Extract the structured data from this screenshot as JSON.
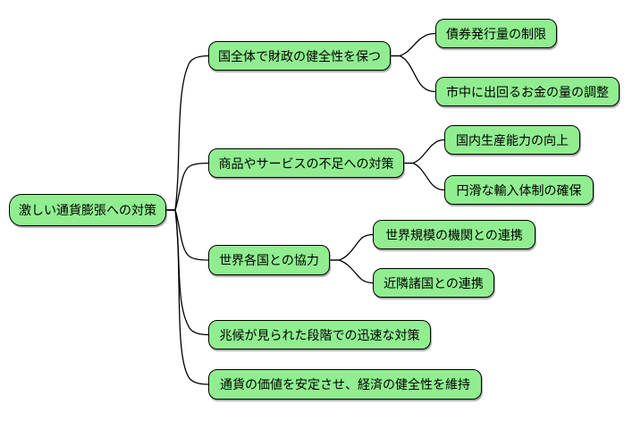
{
  "diagram": {
    "type": "mindmap",
    "root": {
      "label": "激しい通貨膨張への対策"
    },
    "branches": [
      {
        "label": "国全体で財政の健全性を保つ",
        "children": [
          {
            "label": "債券発行量の制限"
          },
          {
            "label": "市中に出回るお金の量の調整"
          }
        ]
      },
      {
        "label": "商品やサービスの不足への対策",
        "children": [
          {
            "label": "国内生産能力の向上"
          },
          {
            "label": "円滑な輸入体制の確保"
          }
        ]
      },
      {
        "label": "世界各国との協力",
        "children": [
          {
            "label": "世界規模の機関との連携"
          },
          {
            "label": "近隣諸国との連携"
          }
        ]
      },
      {
        "label": "兆候が見られた段階での迅速な対策",
        "children": []
      },
      {
        "label": "通貨の価値を安定させ、経済の健全性を維持",
        "children": []
      }
    ],
    "colors": {
      "node_fill": "#90EE90",
      "node_border": "#000000",
      "line": "#000000",
      "background": "#FFFFFF"
    }
  }
}
